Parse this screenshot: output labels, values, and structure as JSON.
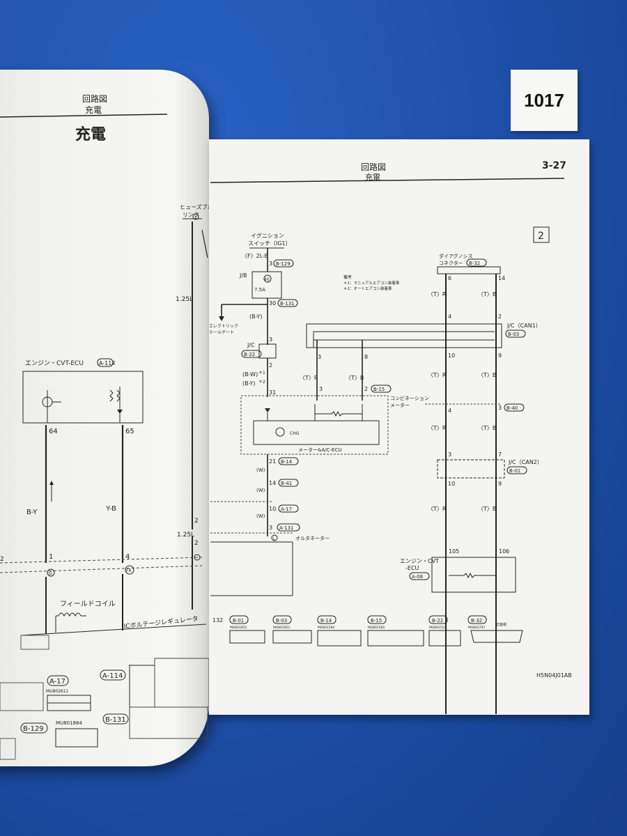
{
  "tag_number": "1017",
  "left_page": {
    "header_line1": "回路図",
    "header_line2": "充電",
    "title": "充電",
    "labels": {
      "fusible_link_1": "ヒューズブル",
      "fusible_link_2": "リンク",
      "fusible_num": "1",
      "wire_125l_top": "1.25L",
      "wire_125l_bottom": "1.25L",
      "ecu": "エンジン・CVT-ECU",
      "ecu_conn": "A-114",
      "pin_64": "64",
      "pin_65": "65",
      "wire_by": "B-Y",
      "wire_yb": "Y-B",
      "pin_1": "1",
      "pin_4": "4",
      "pin_2a": "2",
      "pin_2b": "2",
      "pin_2c": "2",
      "ground_g": "G",
      "ground_fr": "FR",
      "field_coil": "フィールドコイル",
      "ic_regulator": "ICボルテージレギュレータ",
      "conn_a17": "A-17",
      "conn_a17_part": "MU802611",
      "conn_a114": "A-114",
      "conn_b129": "B-129",
      "conn_b131": "B-131",
      "conn_b129_part": "MU801864"
    }
  },
  "right_page": {
    "header": "回路図",
    "sub_header": "充電",
    "page_num": "3-27",
    "box_num": "2",
    "part_code": "H5N04J01AB",
    "ignition_switch": "イグニション\nスイッチ（IG1）",
    "ign_line1": "イグニション",
    "ign_line2": "スイッチ（IG1）",
    "f_2lb": "〈F〉2L-B",
    "jb": "J/B",
    "fuse_num": "40",
    "fuse_amp": "7.5A",
    "pin3_b129": "3",
    "conn_b129": "B-129",
    "pin30": "30",
    "conn_b131": "B-131",
    "wire_by": "(B-Y)",
    "electric_tailgate_1": "エレクトリック",
    "electric_tailgate_2": "テールゲート",
    "jc": "J/C",
    "conn_b22": "B-22",
    "pin3_jc": "3",
    "pin2_jc": "2",
    "wire_bw": "(B-W)",
    "wire_by2": "(B-Y)",
    "note1": "＊1",
    "note2": "＊2",
    "pin31": "31",
    "notes_title": "備考",
    "notes_1": "＊1：マニュアルエアコン装着車",
    "notes_2": "＊2：オートエアコン装着車",
    "diag_conn_1": "ダイアグノシス",
    "diag_conn_2": "コネクター",
    "conn_b32": "B-32",
    "pin6": "6",
    "pin14": "14",
    "tr": "〈T〉R",
    "tb": "〈T〉B",
    "pin4_top": "4",
    "pin2_top": "2",
    "jc_can1": "J/C（CAN1）",
    "conn_b03": "B-03",
    "pin3_m": "3",
    "pin8_m": "8",
    "pin10_a": "10",
    "pin9_a": "9",
    "pin3_meter": "3",
    "pin2_meter": "2",
    "conn_b15": "B-15",
    "combination_meter_1": "コンビネーション",
    "combination_meter_2": "メーター",
    "chg": "CHG",
    "meter_ecu": "メーター&A/C-ECU",
    "pin4_b40": "4",
    "pin3_b40": "3",
    "conn_b40": "B-40",
    "pin21": "21",
    "conn_b14": "B-14",
    "wire_w1": "(W)",
    "pin14_b41": "14",
    "conn_b41": "B-41",
    "wire_w2": "(W)",
    "pin10_a17": "10",
    "conn_a17": "A-17",
    "wire_w3": "(W)",
    "pin3_a131": "3",
    "conn_a131": "A-131",
    "alternator": "オルタネーター",
    "ground_l": "L",
    "pin3_can2": "3",
    "pin7_can2": "7",
    "jc_can2": "J/C（CAN2）",
    "conn_b01": "B-01",
    "pin10_b": "10",
    "pin9_b": "9",
    "pin105": "105",
    "pin106": "106",
    "ecu_1": "エンジン・CVT",
    "ecu_2": "-ECU",
    "conn_a08": "A-08",
    "connectors": [
      "B-01",
      "B-03",
      "B-14",
      "B-15",
      "B-22",
      "B-32"
    ],
    "connector_parts": [
      "MU801852",
      "MU801852",
      "MU801584",
      "MU801585",
      "MU801514",
      "MU803797"
    ],
    "conn_132": "132",
    "front_view": "正面視"
  }
}
